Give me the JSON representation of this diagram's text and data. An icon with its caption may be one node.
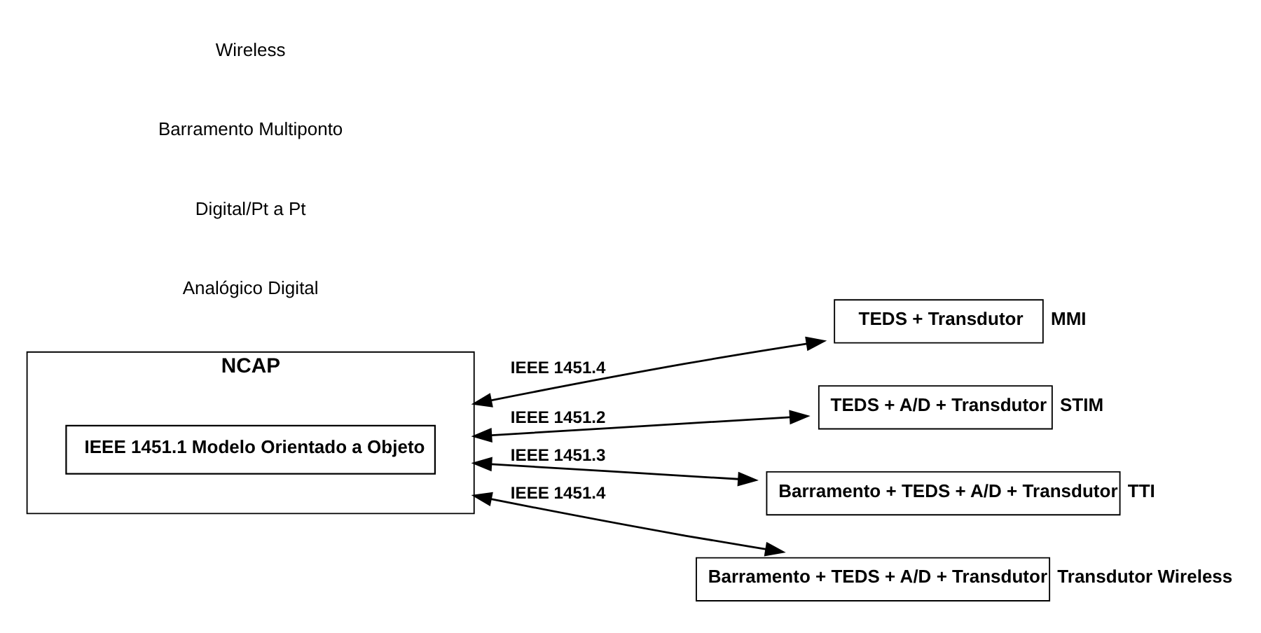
{
  "diagram": {
    "nodes": [
      {
        "text": [
          "NCAP"
        ]
      },
      {
        "text": [
          "IEEE 1451.1 Modelo Orientado a Objeto"
        ],
        "in": 0
      },
      {
        "text": [
          "TEDS + Transdutor"
        ],
        "beside": [
          "MMI"
        ]
      },
      {
        "text": [
          "TEDS + A/D + Transdutor"
        ],
        "beside": [
          "STIM"
        ]
      },
      {
        "text": [
          "Barramento + TEDS + A/D + Transdutor"
        ],
        "beside": [
          "TTI"
        ]
      },
      {
        "text": [
          "Barramento + TEDS + A/D + Transdutor"
        ],
        "beside": [
          "Transdutor Wireless"
        ]
      }
    ],
    "edges": [
      {
        "from": 0,
        "to": 2,
        "arrow": "both",
        "label": "IEEE 1451.4"
      },
      {
        "from": 0,
        "to": 3,
        "arrow": "both",
        "label": "IEEE 1451.2"
      },
      {
        "from": 0,
        "to": 4,
        "arrow": "both",
        "label": "IEEE 1451.3"
      },
      {
        "from": 0,
        "to": 5,
        "arrow": "both",
        "label": "IEEE 1451.4"
      }
    ],
    "labels": [
      "Analógico Digital",
      "Digital/Pt a Pt",
      "Barramento Multiponto",
      "Wireless"
    ]
  }
}
